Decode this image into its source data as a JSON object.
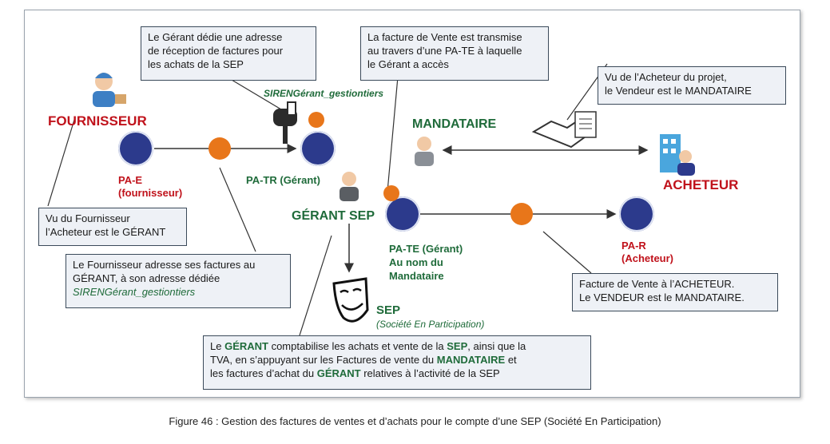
{
  "caption": "Figure 46 : Gestion des factures de ventes et d’achats pour le compte d’une SEP (Société En Participation)",
  "actors": {
    "fournisseur": "FOURNISSEUR",
    "mandataire": "MANDATAIRE",
    "acheteur": "ACHETEUR",
    "gerant_sep": "GÉRANT SEP",
    "sep": "SEP",
    "sep_full": "(Société En Participation)"
  },
  "nodes": {
    "pae_l1": "PA-E",
    "pae_l2": "(fournisseur)",
    "patr": "PA-TR (Gérant)",
    "pate_l1": "PA-TE (Gérant)",
    "pate_l2": "Au nom du",
    "pate_l3": "Mandataire",
    "par_l1": "PA-R",
    "par_l2": "(Acheteur)"
  },
  "address_label": "SIRENGérant_gestiontiers",
  "callouts": {
    "gerant_adresse": [
      "Le Gérant dédie une adresse",
      "de réception de factures pour",
      "les achats de la SEP"
    ],
    "vente_transmise": [
      "La facture de Vente est transmise",
      "au travers d’une PA-TE à laquelle",
      "le Gérant a accès"
    ],
    "vu_acheteur": [
      "Vu de l’Acheteur du projet,",
      "le Vendeur est le MANDATAIRE"
    ],
    "vu_fournisseur": [
      "Vu du Fournisseur",
      "l’Acheteur est le GÉRANT"
    ],
    "fournisseur_adresse": {
      "l1": "Le Fournisseur adresse ses factures au",
      "l2": "GÉRANT, à son adresse dédiée",
      "l3": "SIRENGérant_gestiontiers"
    },
    "facture_vente": [
      "Facture de Vente à l’ACHETEUR.",
      "Le VENDEUR est le MANDATAIRE."
    ],
    "comptabilise": {
      "a1": "Le ",
      "a2": "GÉRANT",
      "a3": " comptabilise les achats et vente de la ",
      "a4": "SEP",
      "a5": ", ainsi que la",
      "b1": "TVA, en s’appuyant sur les Factures de vente du ",
      "b2": "MANDATAIRE",
      "b3": " et",
      "c1": "les factures d’achat du ",
      "c2": "GÉRANT",
      "c3": " relatives à l’activité de la SEP"
    }
  },
  "colors": {
    "node": "#2c3a8c",
    "document": "#e8761a",
    "red": "#c0121b",
    "green": "#1f6b3a"
  }
}
